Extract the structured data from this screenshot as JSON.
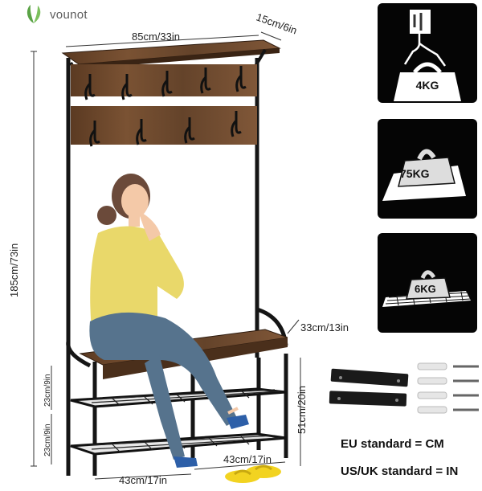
{
  "brand": {
    "name": "vounot",
    "accent": "#5aa346"
  },
  "dimensions": {
    "width": "85cm/33in",
    "depth_top": "15cm/6in",
    "height": "185cm/73in",
    "bench_depth": "33cm/13in",
    "bench_height": "51cm/20in",
    "shelf_upper": "23cm/9in",
    "shelf_lower": "23cm/9in",
    "left_compartment": "43cm/17in",
    "right_compartment": "43cm/17in"
  },
  "load_capacity": [
    {
      "part": "hook",
      "load": "4KG"
    },
    {
      "part": "bench",
      "load": "75KG"
    },
    {
      "part": "shoe-rack",
      "load": "6KG"
    }
  ],
  "standards": {
    "eu": "EU standard = CM",
    "us": "US/UK standard = IN"
  },
  "colors": {
    "wood": "#6e4a2e",
    "frame": "#151515",
    "shirt": "#e9d86a",
    "jeans": "#56738d",
    "shoes": "#2d5fa8",
    "slippers": "#f2d321",
    "panel": "#050505"
  }
}
